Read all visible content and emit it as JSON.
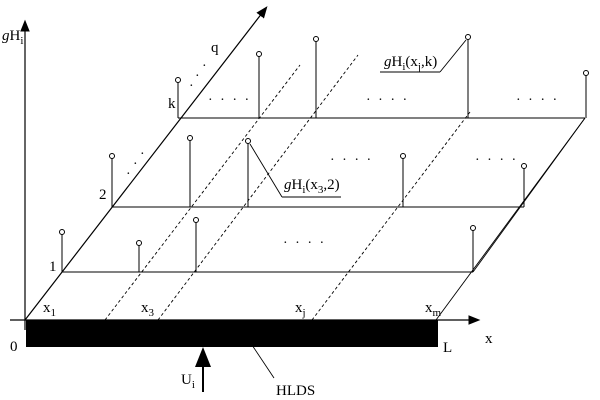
{
  "axes": {
    "vertical_label_g": "g",
    "vertical_label_H": "H",
    "vertical_label_sub": "i",
    "x_label": "x",
    "origin": "0",
    "end_L": "L"
  },
  "rows": {
    "row_1": "1",
    "row_2": "2",
    "row_k": "k",
    "row_q": "q"
  },
  "x_ticks": [
    {
      "base": "x",
      "sub": "1"
    },
    {
      "base": "x",
      "sub": "3"
    },
    {
      "base": "x",
      "sub": "j"
    },
    {
      "base": "x",
      "sub": "m"
    }
  ],
  "callouts": {
    "callout_top": {
      "g": "g",
      "H": "H",
      "sub": "i",
      "args": "(x",
      "arg_sub": "j",
      "tail": ",k)"
    },
    "callout_mid": {
      "g": "g",
      "H": "H",
      "sub": "i",
      "args": "(x",
      "arg_sub": "3",
      "tail": ",2)"
    }
  },
  "bottom": {
    "force": "U",
    "force_sub": "i",
    "bar_label": "HLDS"
  },
  "ellipsis": "· · · ·",
  "ellipsis_vertical": "·"
}
